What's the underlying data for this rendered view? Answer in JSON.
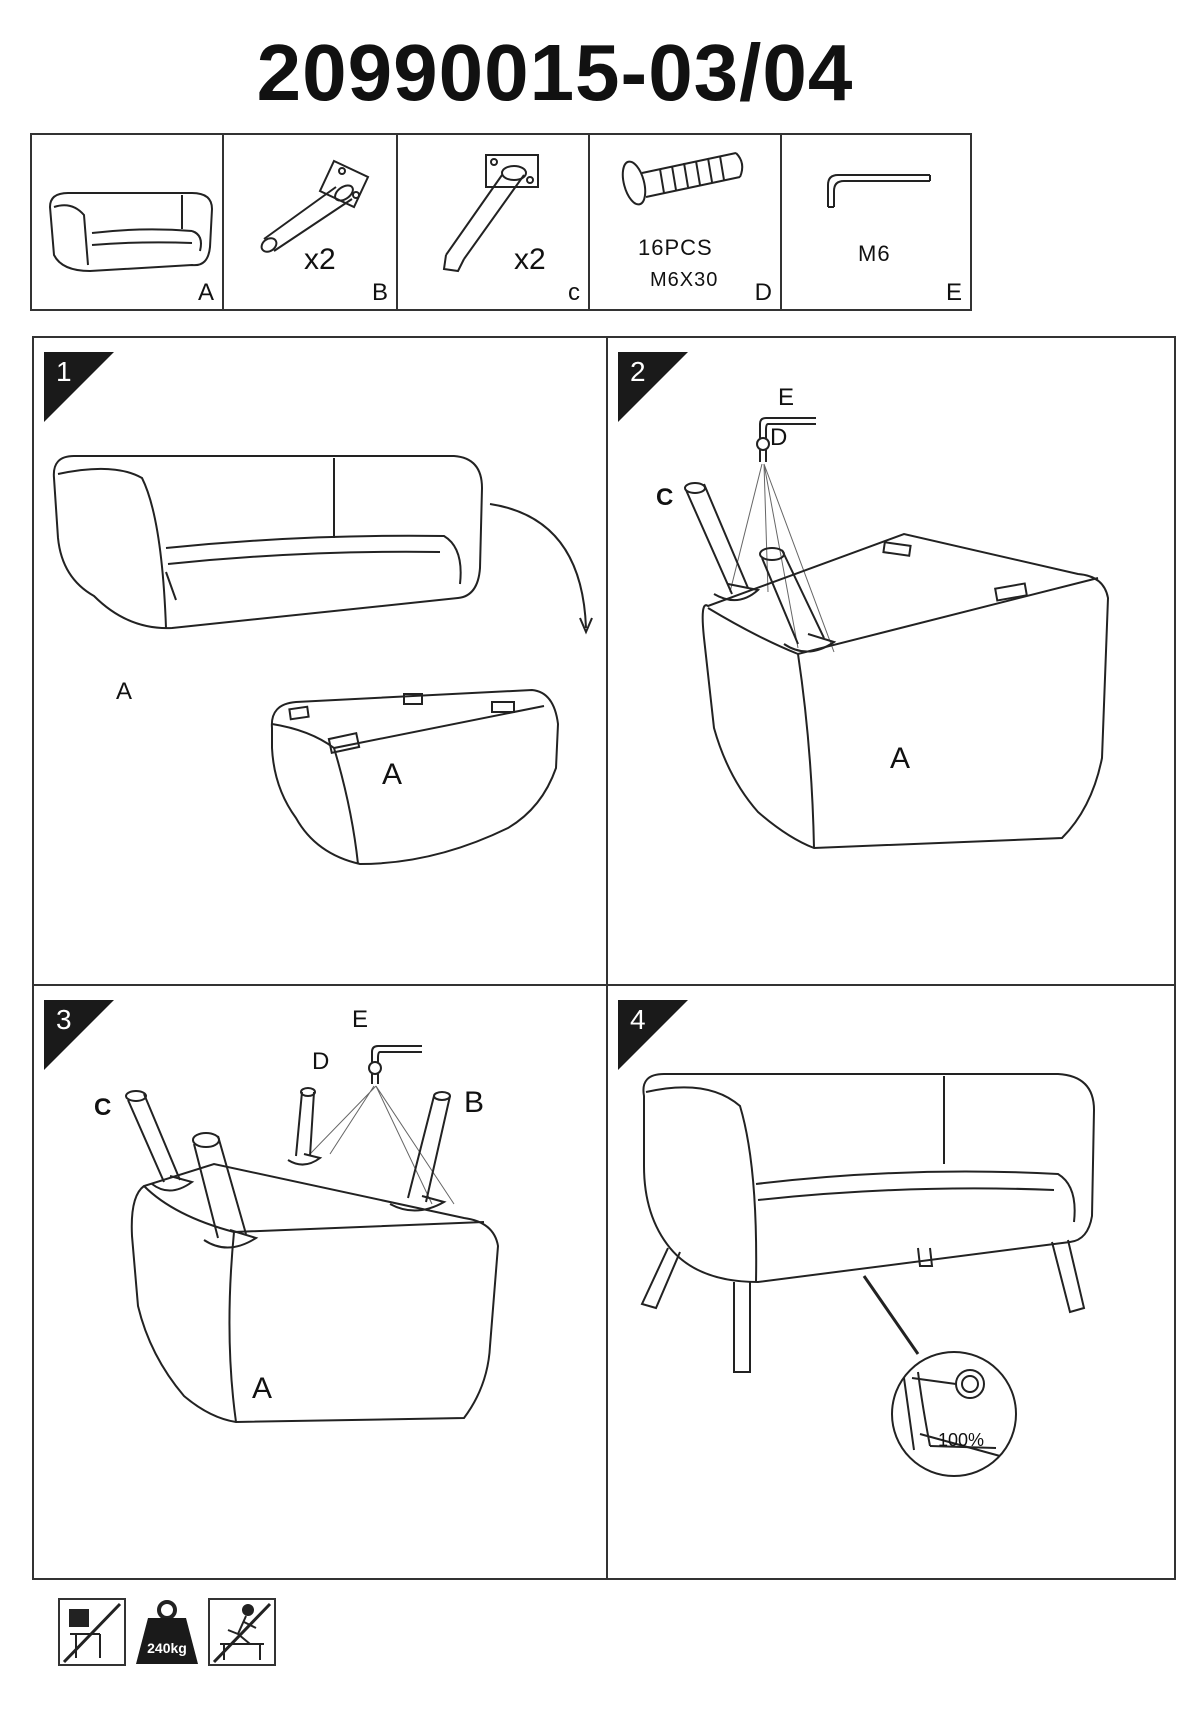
{
  "title": "20990015-03/04",
  "parts": [
    {
      "letter": "A"
    },
    {
      "letter": "B",
      "qty": "x2"
    },
    {
      "letter": "c",
      "qty": "x2"
    },
    {
      "letter": "D",
      "qty": "16PCS",
      "spec": "M6X30"
    },
    {
      "letter": "E",
      "spec": "M6"
    }
  ],
  "steps": [
    {
      "number": "1",
      "labels": {
        "sofa": "A",
        "body": "A"
      }
    },
    {
      "number": "2",
      "labels": {
        "tool": "E",
        "bolt": "D",
        "leg": "C",
        "body": "A"
      }
    },
    {
      "number": "3",
      "labels": {
        "tool": "E",
        "bolt": "D",
        "leg_c": "C",
        "leg_b": "B",
        "body": "A"
      }
    },
    {
      "number": "4",
      "labels": {
        "torque": "100%"
      }
    }
  ],
  "warnings": {
    "max_load": "240kg"
  },
  "colors": {
    "line": "#222222",
    "badge": "#1a1a1a"
  }
}
